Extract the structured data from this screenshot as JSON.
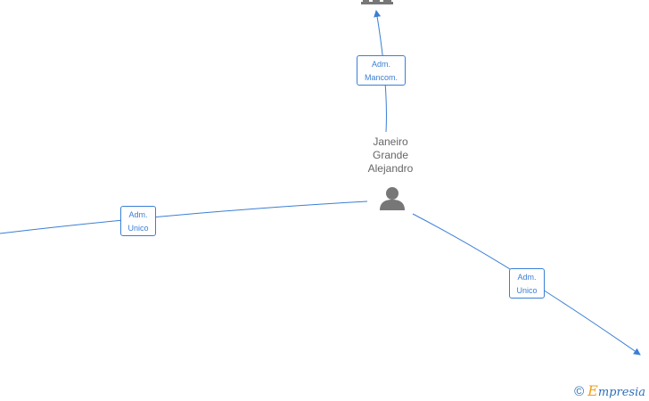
{
  "center_person": {
    "name_lines": [
      "Janeiro",
      "Grande",
      "Alejandro"
    ],
    "icon": "person-icon"
  },
  "edges": [
    {
      "id": "top",
      "label_lines": [
        "Adm.",
        "Mancom."
      ],
      "target_icon": "building-icon"
    },
    {
      "id": "left",
      "label_lines": [
        "Adm.",
        "Unico"
      ]
    },
    {
      "id": "right",
      "label_lines": [
        "Adm.",
        "Unico"
      ]
    }
  ],
  "footer": {
    "copyright_symbol": "©",
    "brand_first": "E",
    "brand_rest": "mpresia"
  },
  "colors": {
    "edge": "#3a7fd5",
    "icon": "#777777",
    "text": "#666666",
    "brand_accent": "#f0a020"
  }
}
